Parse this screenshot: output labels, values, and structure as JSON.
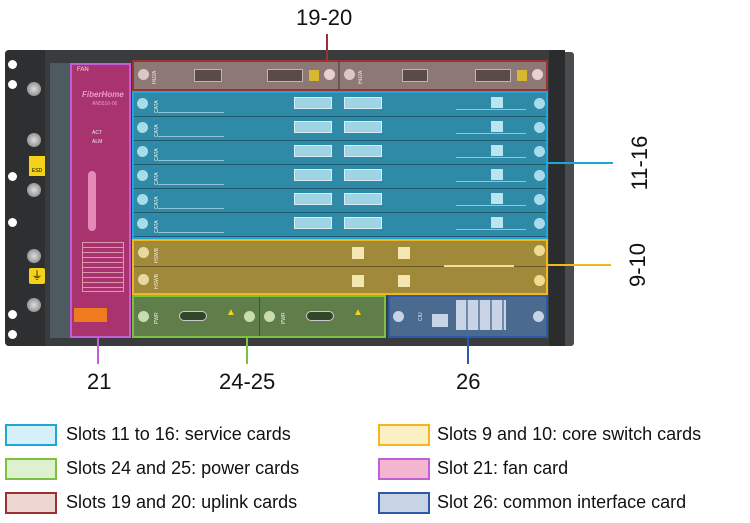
{
  "chassis": {
    "brand": "FiberHome",
    "model": "AN5516-06",
    "fan_label": "FAN",
    "fan_leds": [
      "ACT",
      "ALM"
    ],
    "uplink_card_tag": "HU2A",
    "service_card_tag": "CATA",
    "switch_card_tag": "HSWB",
    "power_card_tag": "PWR",
    "interface_card_tag": "CIU",
    "esd_label": "ESD"
  },
  "callouts": {
    "uplink": "19-20",
    "service": "11-16",
    "switch": "9-10",
    "fan": "21",
    "power": "24-25",
    "interface": "26"
  },
  "colors": {
    "service": "#1ea6d8",
    "switch": "#f0b81c",
    "power": "#7cc242",
    "fan": "#c05fd8",
    "uplink": "#9b3232",
    "interface": "#2a5aa8"
  },
  "legend": [
    {
      "text": "Slots 11 to 16: service cards",
      "fill": "#d6f0fa",
      "stroke": "#1ea6d8"
    },
    {
      "text": "Slots 9 and 10: core switch cards",
      "fill": "#fbefc4",
      "stroke": "#f0b81c"
    },
    {
      "text": "Slots 24 and 25: power cards",
      "fill": "#dff0cf",
      "stroke": "#7cc242"
    },
    {
      "text": "Slot 21: fan card",
      "fill": "#f4b6cf",
      "stroke": "#c05fd8"
    },
    {
      "text": "Slots 19 and 20: uplink cards",
      "fill": "#eed6d3",
      "stroke": "#9b3232"
    },
    {
      "text": "Slot 26: common interface card",
      "fill": "#c8d4e6",
      "stroke": "#2a5aa8"
    }
  ]
}
